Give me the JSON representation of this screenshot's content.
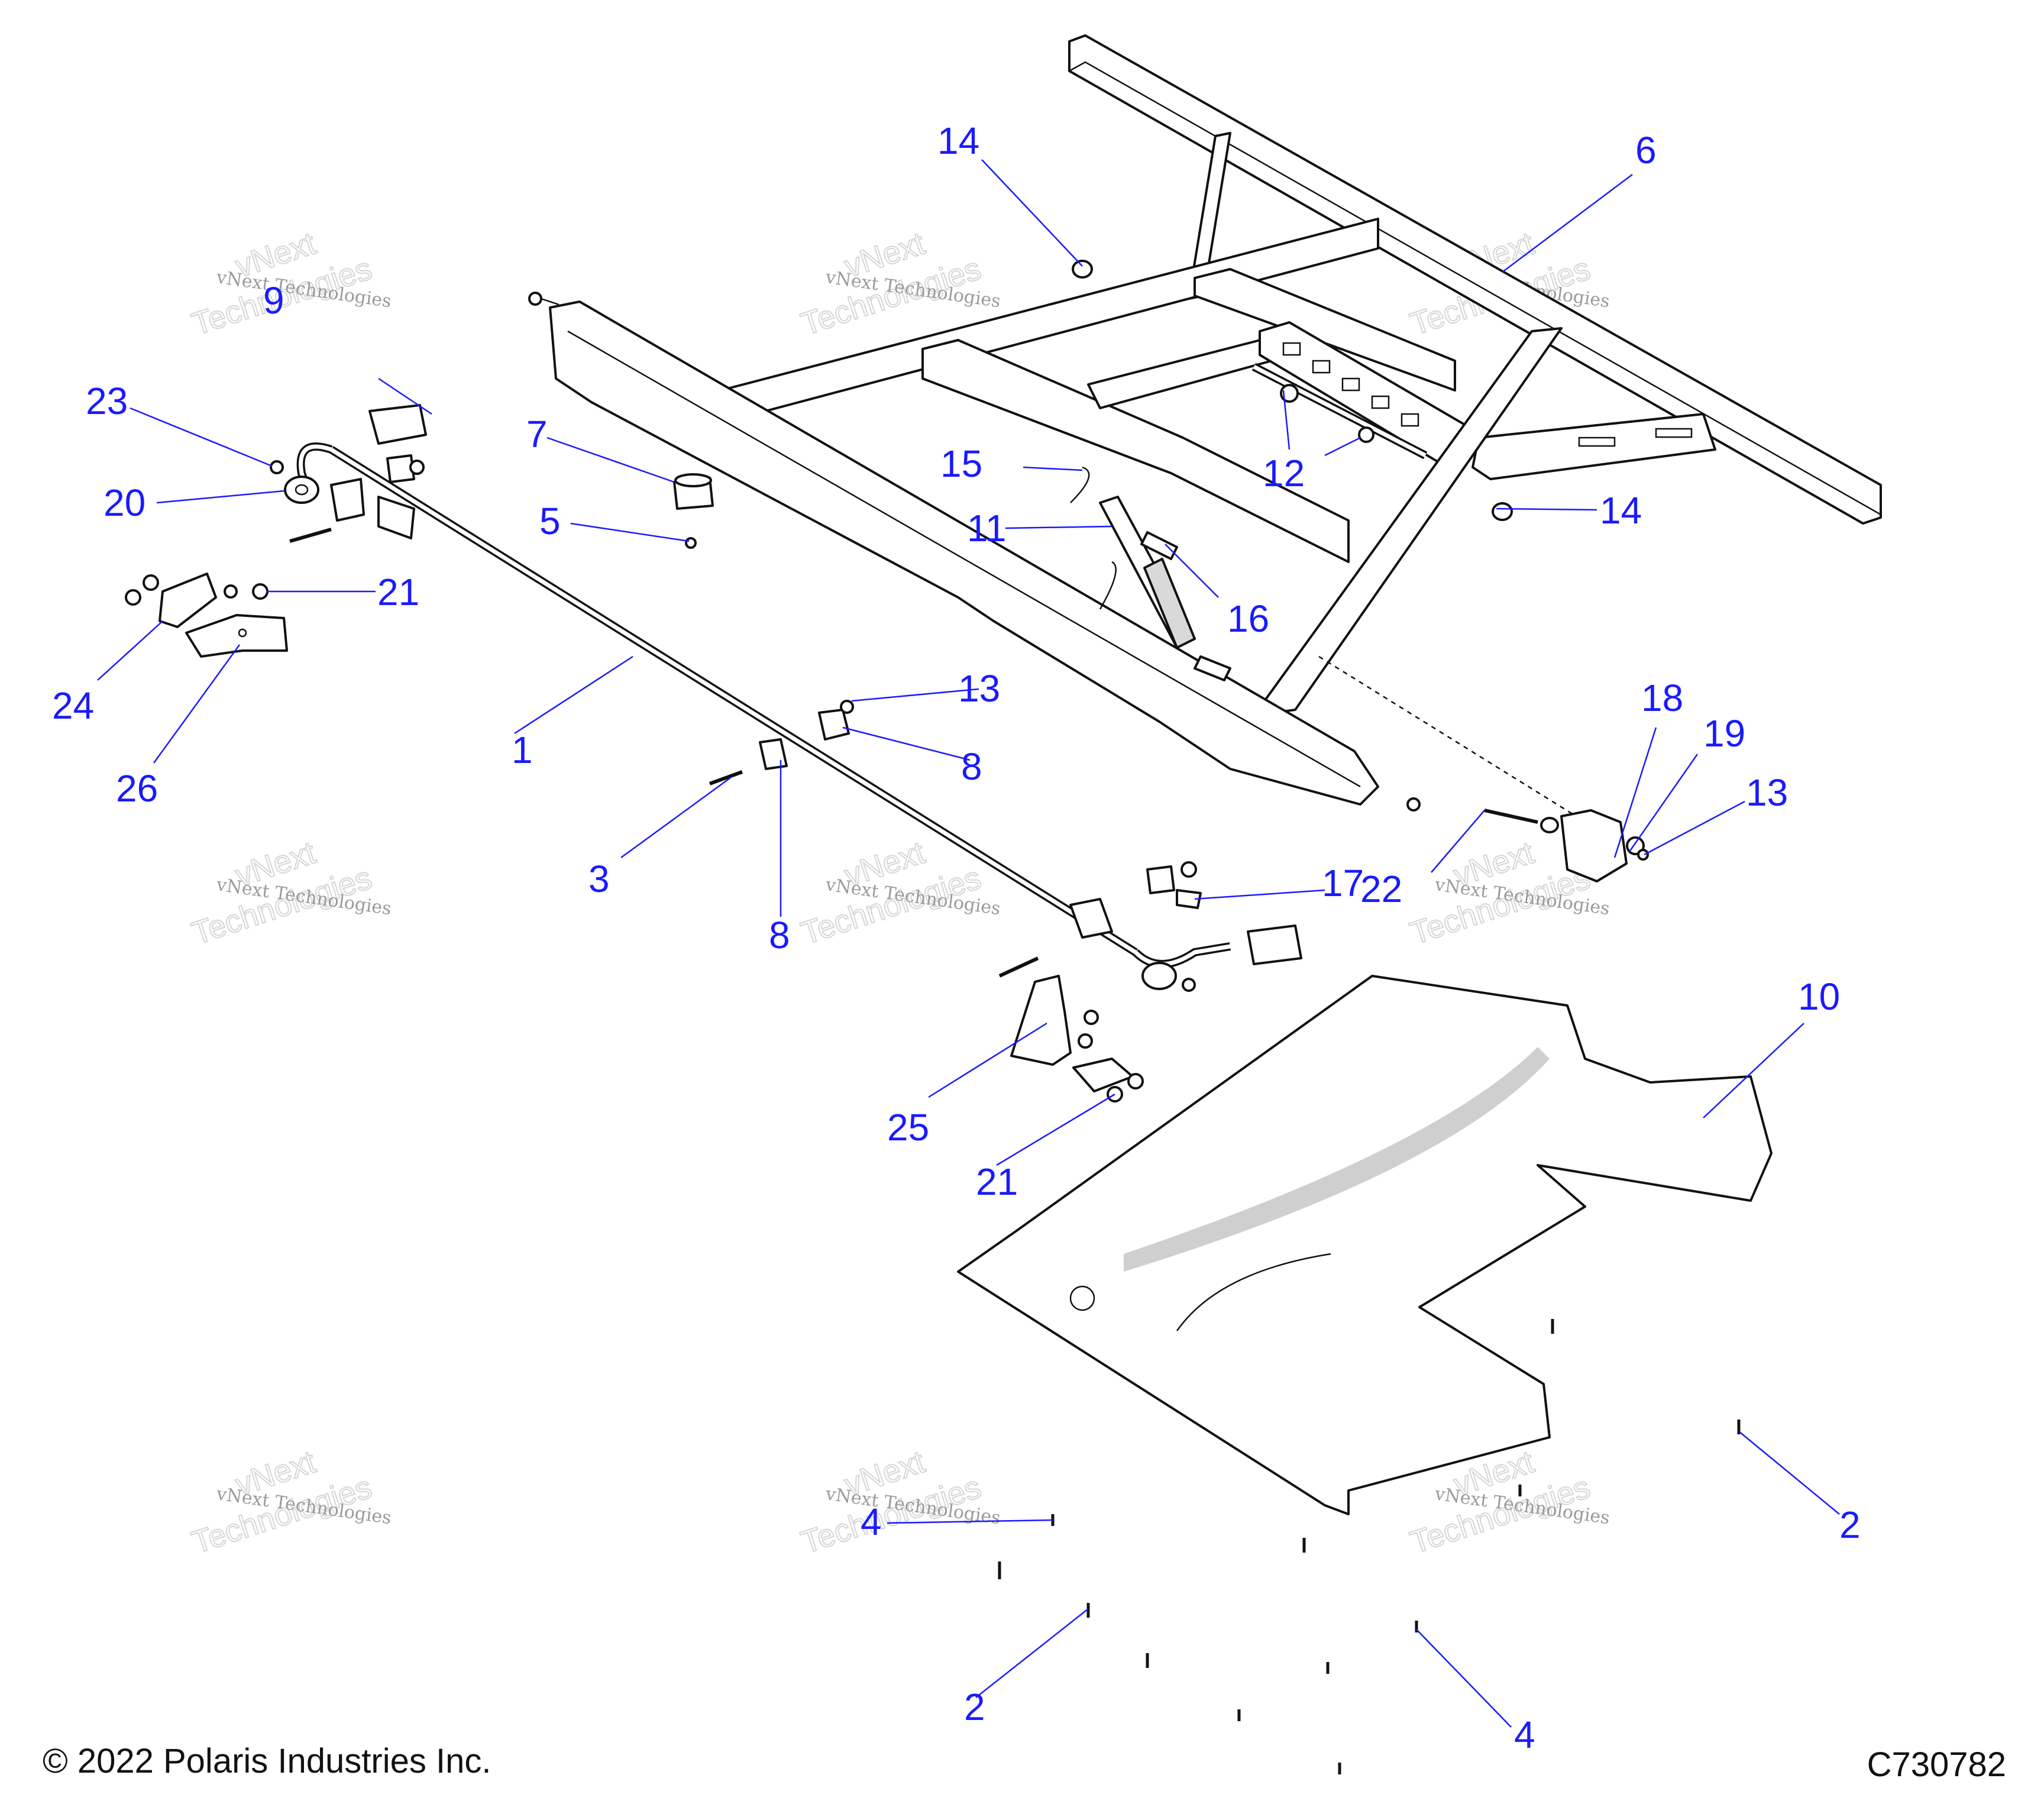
{
  "copyright": "© 2022 Polaris Industries Inc.",
  "figure_code": "C730782",
  "watermark": {
    "line1": "vNext Technologies",
    "line2": "vNext",
    "line3": "Technologies"
  },
  "callouts": {
    "c1": "1",
    "c2a": "2",
    "c2b": "2",
    "c3": "3",
    "c4a": "4",
    "c4b": "4",
    "c5": "5",
    "c6": "6",
    "c7": "7",
    "c8a": "8",
    "c8b": "8",
    "c9": "9",
    "c10": "10",
    "c11": "11",
    "c12": "12",
    "c13a": "13",
    "c13b": "13",
    "c14a": "14",
    "c14b": "14",
    "c15": "15",
    "c16": "16",
    "c17": "17",
    "c18": "18",
    "c19": "19",
    "c20": "20",
    "c21a": "21",
    "c21b": "21",
    "c22": "22",
    "c23": "23",
    "c24": "24",
    "c25": "25",
    "c26": "26"
  },
  "colors": {
    "callout": "#1a1aff",
    "line": "#111111",
    "shade": "#d9d9d9"
  }
}
